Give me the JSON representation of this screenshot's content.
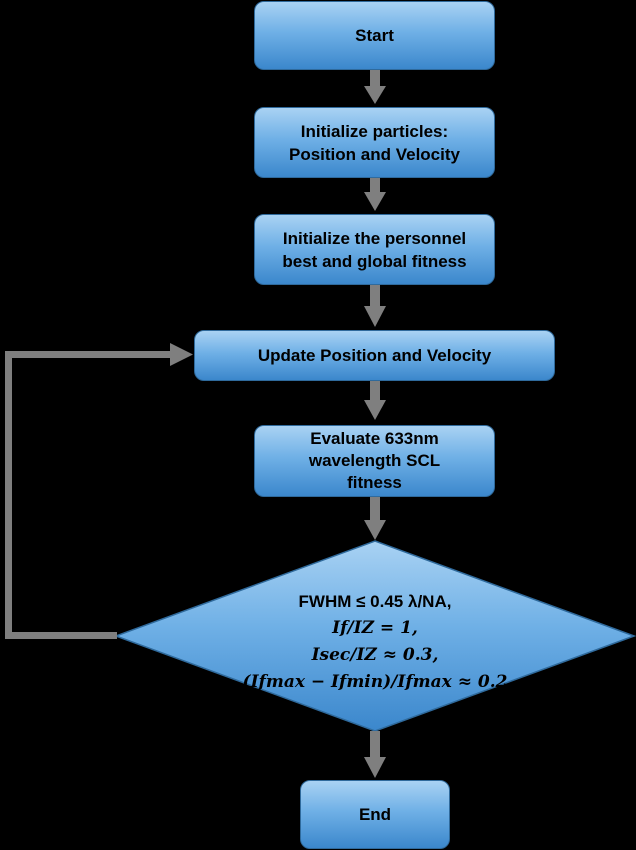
{
  "nodes": {
    "start": {
      "label": "Start"
    },
    "init_particles": {
      "lines": [
        "Initialize particles:",
        "Position and Velocity"
      ]
    },
    "init_fitness": {
      "lines": [
        "Initialize the personnel",
        "best and global fitness"
      ]
    },
    "update": {
      "label": "Update Position and Velocity"
    },
    "evaluate": {
      "lines": [
        "Evaluate 633nm",
        "wavelength SCL",
        "fitness"
      ]
    },
    "decision": {
      "lines": [
        "FWHM ≤ 0.45 λ/NA,",
        "If/IZ = 1,",
        "Isec/IZ ≈ 0.3,",
        "(Ifmax − Ifmin)/Ifmax ≈ 0.2"
      ]
    },
    "end": {
      "label": "End"
    }
  },
  "colors": {
    "box_top": "#a9d2f3",
    "box_bottom": "#3b87cc",
    "border": "#2f6a9c",
    "arrow": "#7f7f7f",
    "background": "#000000"
  }
}
